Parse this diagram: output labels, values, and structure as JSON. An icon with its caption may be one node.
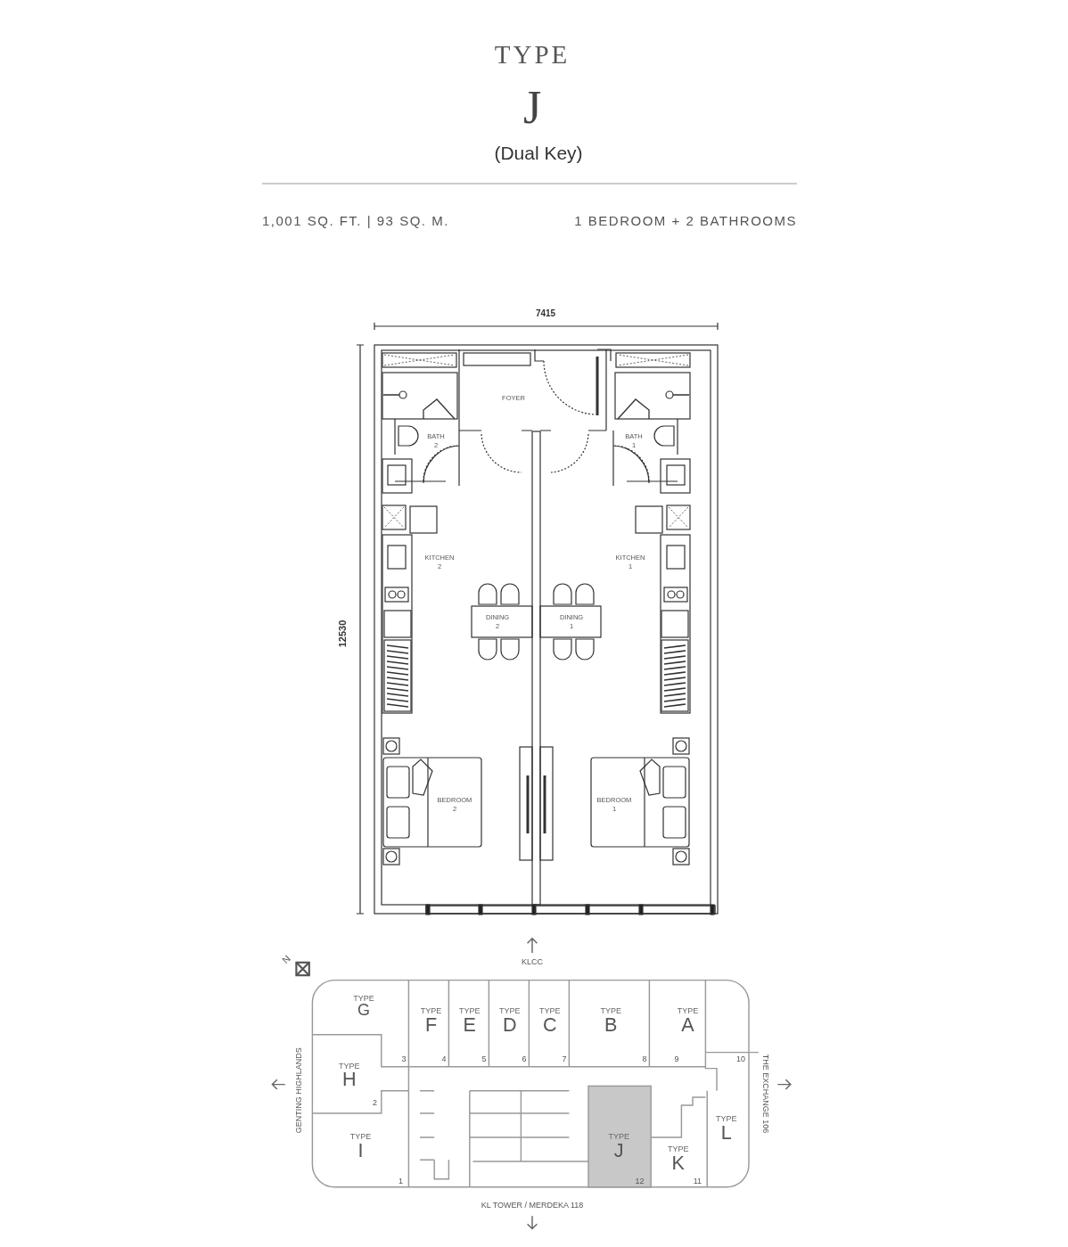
{
  "diagram": {
    "nodes": [
      {
        "text": [
          "FOYER"
        ]
      },
      {
        "text": [
          "BATH 2"
        ]
      },
      {
        "text": [
          "BATH 1"
        ]
      },
      {
        "text": [
          "KITCHEN 2"
        ]
      },
      {
        "text": [
          "KITCHEN 1"
        ]
      },
      {
        "text": [
          "DINING 2"
        ]
      },
      {
        "text": [
          "DINING 1"
        ]
      },
      {
        "text": [
          "BEDROOM 2"
        ]
      },
      {
        "text": [
          "BEDROOM 1"
        ]
      },
      {
        "text": [
          "TYPE",
          "G"
        ]
      },
      {
        "text": [
          "TYPE",
          "F"
        ]
      },
      {
        "text": [
          "TYPE",
          "E"
        ]
      },
      {
        "text": [
          "TYPE",
          "D"
        ]
      },
      {
        "text": [
          "TYPE",
          "C"
        ]
      },
      {
        "text": [
          "TYPE",
          "B"
        ]
      },
      {
        "text": [
          "TYPE",
          "A"
        ]
      },
      {
        "text": [
          "TYPE",
          "H"
        ]
      },
      {
        "text": [
          "TYPE",
          "L"
        ]
      },
      {
        "text": [
          "TYPE",
          "I"
        ]
      },
      {
        "text": [
          "TYPE",
          "J"
        ]
      },
      {
        "text": [
          "TYPE",
          "K"
        ]
      }
    ],
    "labels": [
      "TYPE",
      "J",
      "(Dual Key)",
      "1,001 SQ. FT. | 93 SQ. M.",
      "1 BEDROOM + 2 BATHROOMS",
      "7415",
      "12530",
      "N",
      "KLCC",
      "GENTING HIGHLANDS",
      "THE EXCHANGE 106",
      "3",
      "4",
      "5",
      "6",
      "7",
      "8",
      "9",
      "10",
      "2",
      "1",
      "12",
      "11",
      "KL TOWER / MERDEKA 118"
    ]
  }
}
